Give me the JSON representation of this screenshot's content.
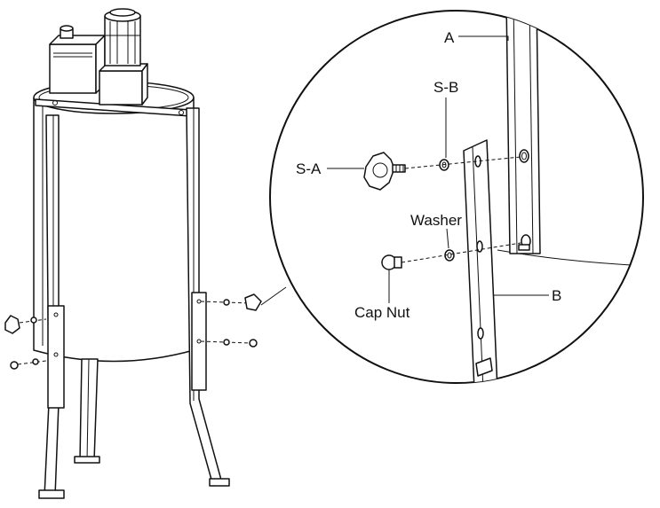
{
  "labels": {
    "a": "A",
    "s_b": "S-B",
    "s_a": "S-A",
    "washer": "Washer",
    "cap_nut": "Cap Nut",
    "b": "B"
  },
  "colors": {
    "stroke": "#111111",
    "background": "#ffffff"
  }
}
